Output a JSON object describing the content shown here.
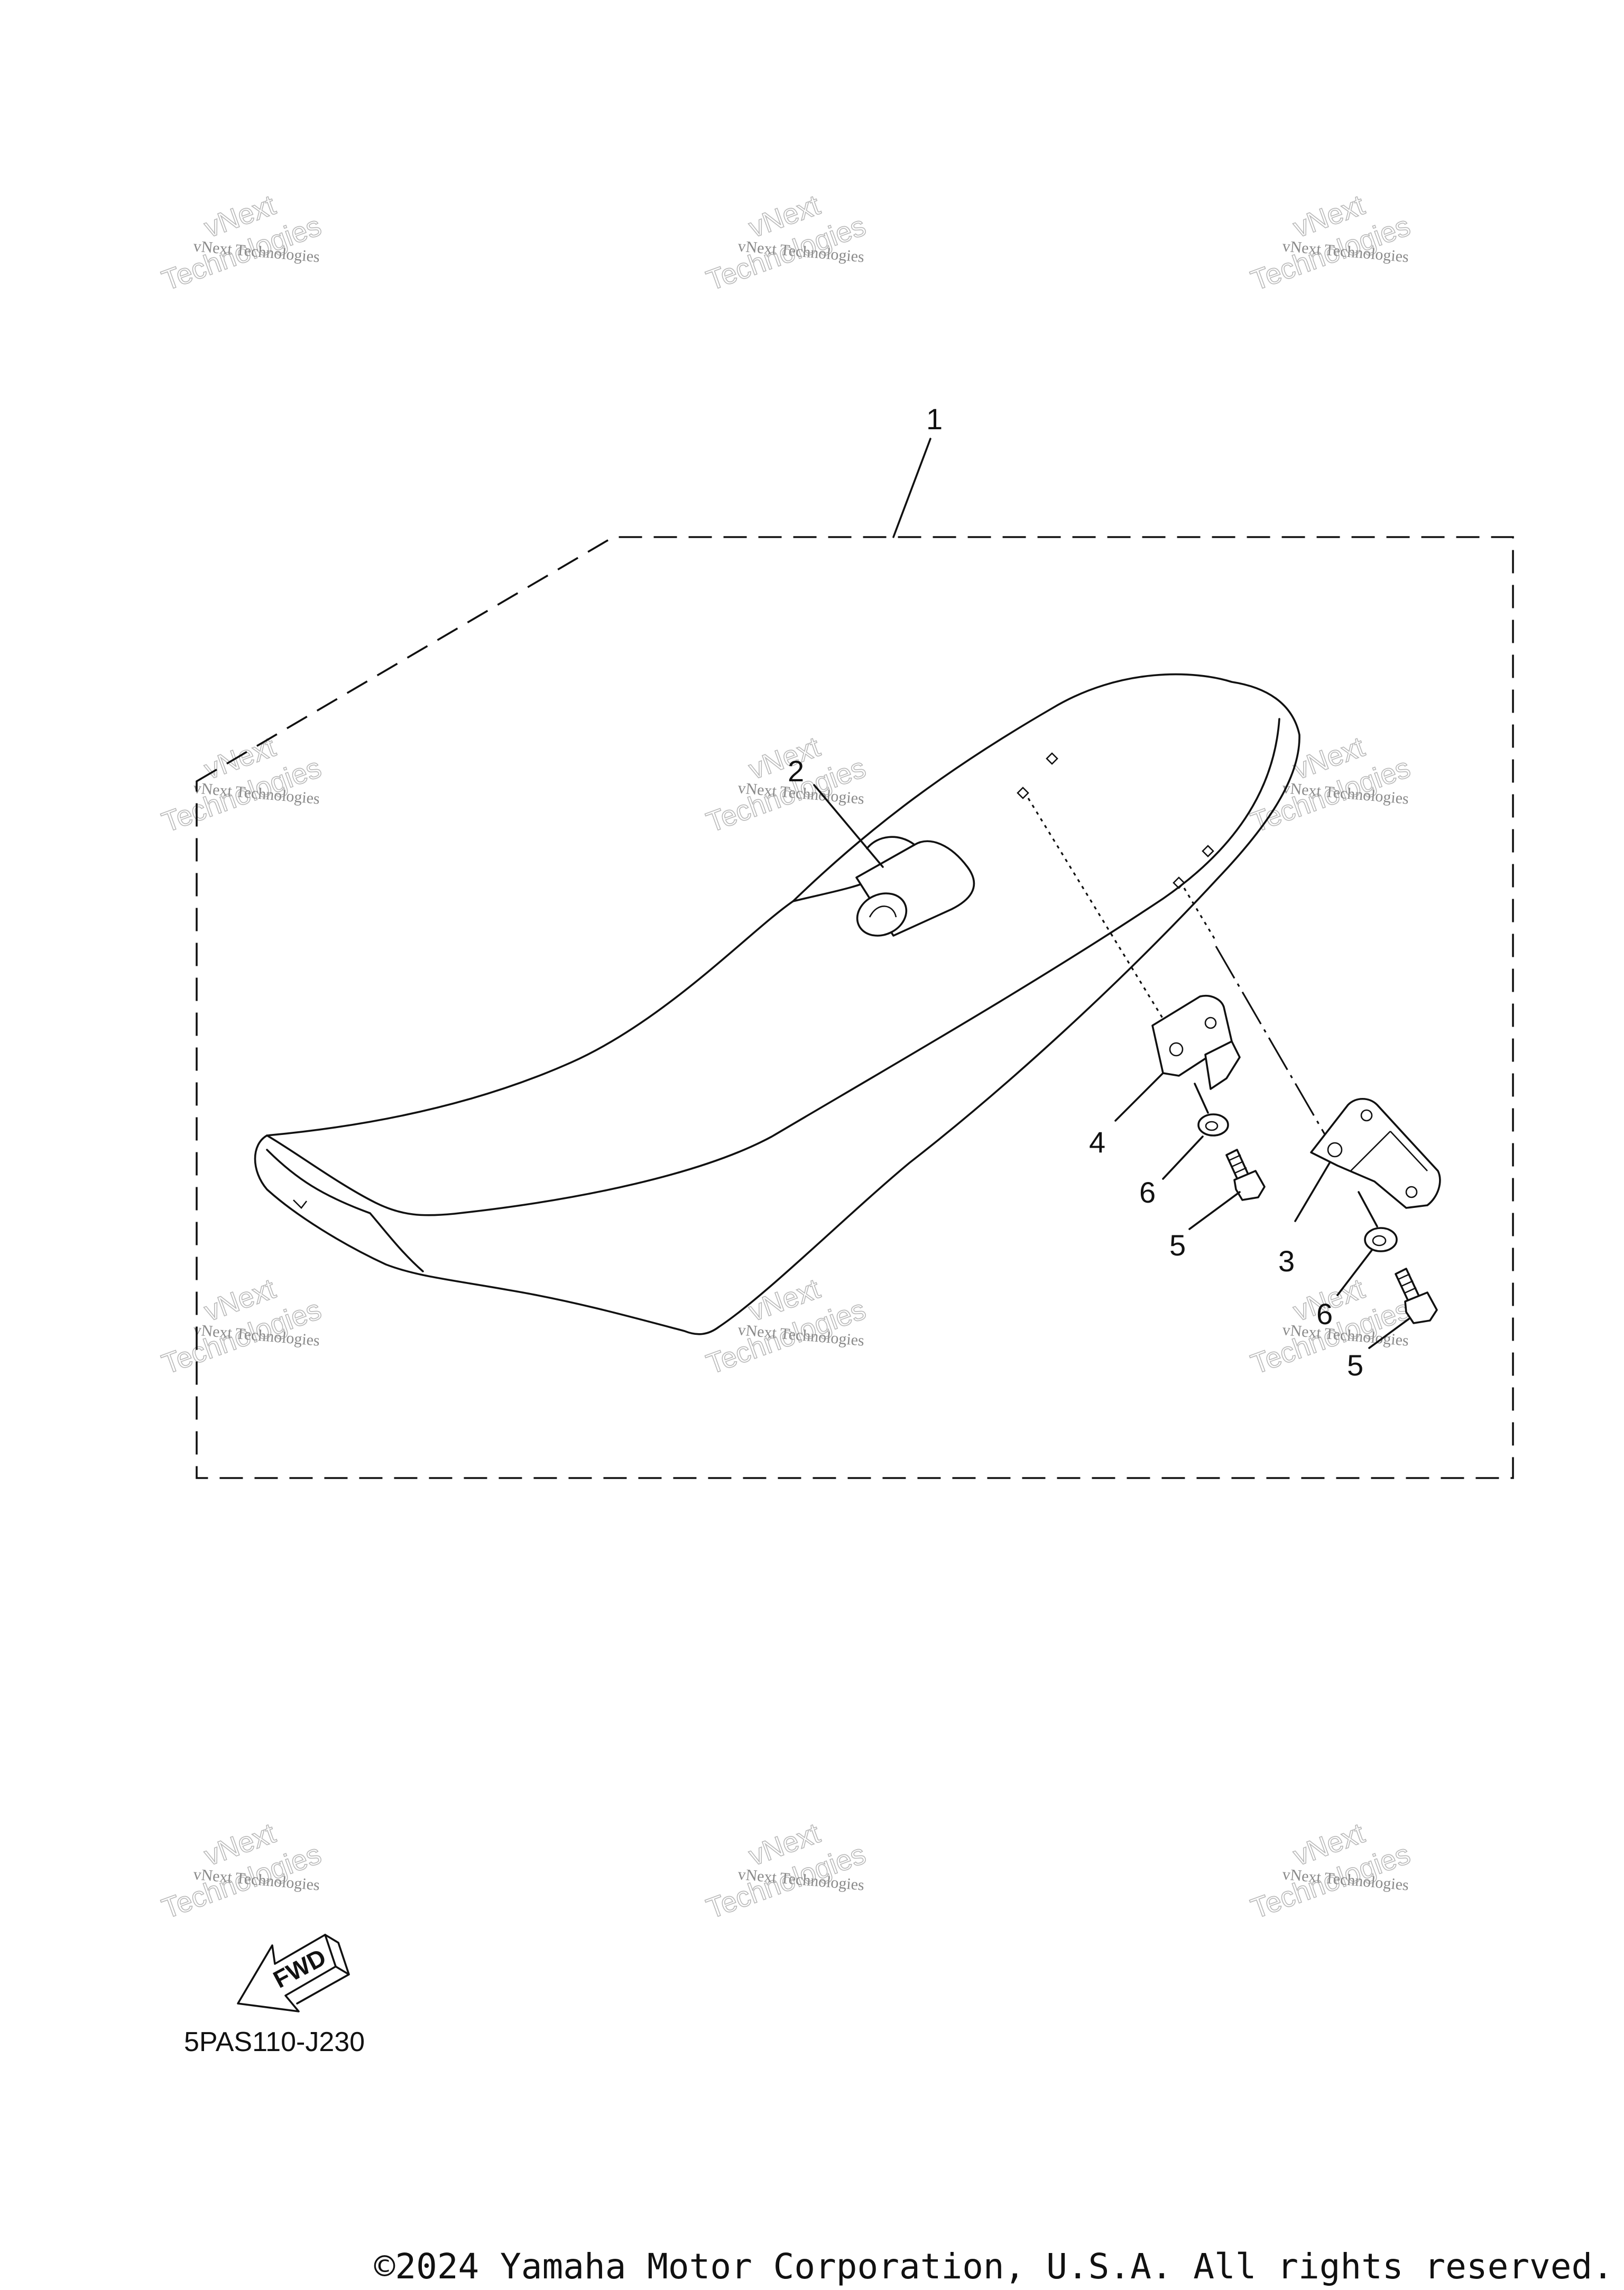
{
  "diagram": {
    "callouts": [
      {
        "id": "c1",
        "label": "1"
      },
      {
        "id": "c2",
        "label": "2"
      },
      {
        "id": "c3",
        "label": "3"
      },
      {
        "id": "c4",
        "label": "4"
      },
      {
        "id": "c5a",
        "label": "5"
      },
      {
        "id": "c5b",
        "label": "5"
      },
      {
        "id": "c6a",
        "label": "6"
      },
      {
        "id": "c6b",
        "label": "6"
      }
    ],
    "watermark": {
      "line1": "vNext Technologies",
      "line2a": "vNext",
      "line2b": "Technologies"
    },
    "fwd_label": "FWD",
    "drawing_code": "5PAS110-J230",
    "copyright": "©2024 Yamaha Motor Corporation, U.S.A. All rights reserved."
  }
}
